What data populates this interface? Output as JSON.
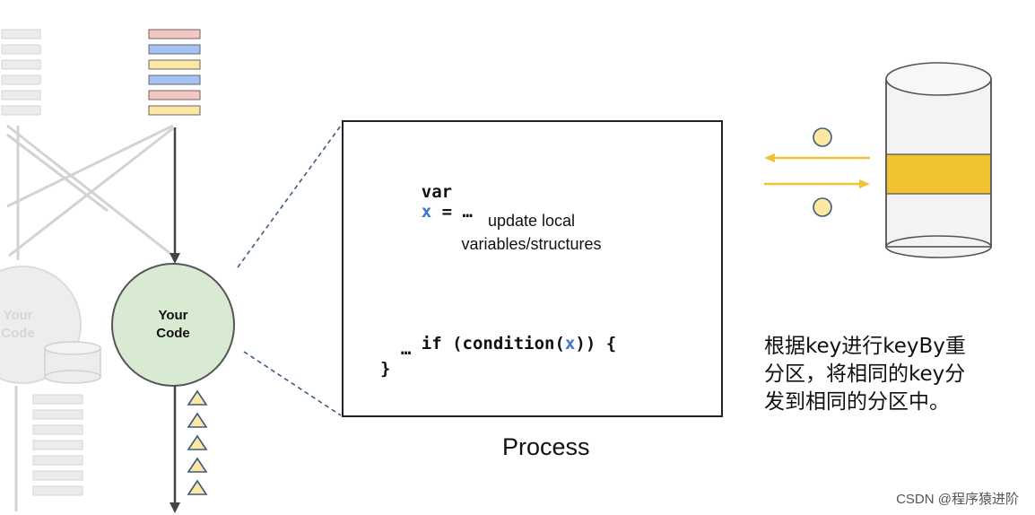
{
  "diagram": {
    "code": {
      "line1_keyword": "var",
      "line1_var": "x",
      "line1_rest": " = …",
      "comment_line1": "update local",
      "comment_line2": "variables/structures",
      "line2_keyword": "if (condition(",
      "line2_var": "x",
      "line2_rest": ")) {",
      "line3": "  …",
      "line4": "}"
    },
    "process_label": "Process",
    "node_active_line1": "Your",
    "node_active_line2": "Code",
    "node_faded_line1": "Your",
    "node_faded_line2": "Code",
    "description": [
      "根据key进行keyBy重",
      "分区，将相同的key分",
      "发到相同的分区中。"
    ],
    "credit": "CSDN @程序猿进阶",
    "colors": {
      "pink": "#f4c7c3",
      "blue": "#a4c2f4",
      "yellow": "#fce8a2",
      "node_fill": "#d9ead3",
      "node_stroke": "#555555",
      "faded": "#d9d9d9",
      "state_band": "#f1c232",
      "arrow": "#f1c232"
    }
  }
}
